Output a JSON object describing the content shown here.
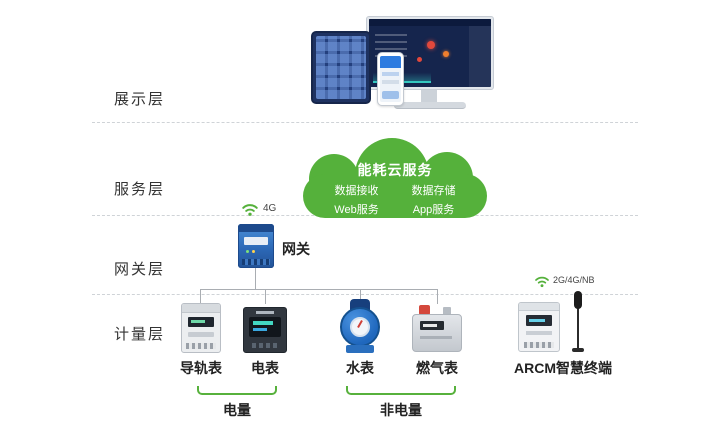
{
  "diagram": {
    "layer_labels": [
      "展示层",
      "服务层",
      "网关层",
      "计量层"
    ],
    "cloud": {
      "title": "能耗云服务",
      "items": [
        "数据接收",
        "数据存储",
        "Web服务",
        "App服务"
      ]
    },
    "gateway": {
      "label": "网关",
      "wireless": "4G"
    },
    "meters": [
      {
        "label": "导轨表"
      },
      {
        "label": "电表"
      },
      {
        "label": "水表"
      },
      {
        "label": "燃气表"
      }
    ],
    "arcm": {
      "label": "ARCM智慧终端",
      "wireless": "2G/4G/NB"
    },
    "groups": [
      {
        "label": "电量"
      },
      {
        "label": "非电量"
      }
    ],
    "colors": {
      "green": "#55b13b",
      "line": "#a9adb2"
    }
  }
}
